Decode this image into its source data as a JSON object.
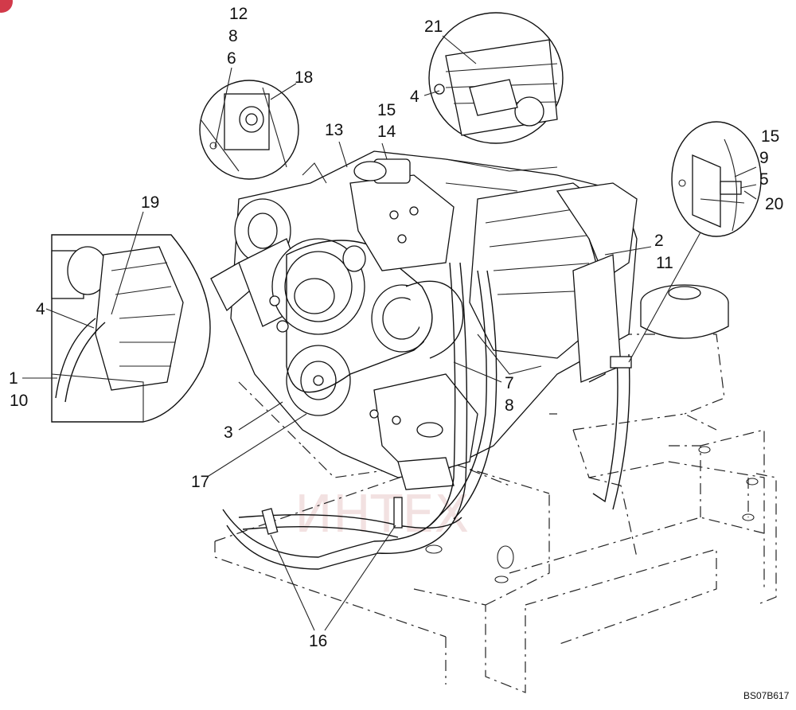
{
  "diagram": {
    "drawing_code": "BS07B617",
    "watermark_text": "ИНТЕХ",
    "callouts": {
      "c12": "12",
      "c8a": "8",
      "c6": "6",
      "c18": "18",
      "c21": "21",
      "c4a": "4",
      "c15a": "15",
      "c14": "14",
      "c13": "13",
      "c15b": "15",
      "c9": "9",
      "c5": "5",
      "c20": "20",
      "c2": "2",
      "c11": "11",
      "c19": "19",
      "c4b": "4",
      "c1": "1",
      "c10": "10",
      "c7": "7",
      "c8b": "8",
      "c3": "3",
      "c17": "17",
      "c16": "16"
    }
  },
  "colors": {
    "watermark": "#e9c9c9",
    "badge": "#d23a4a",
    "ink": "#111111"
  }
}
